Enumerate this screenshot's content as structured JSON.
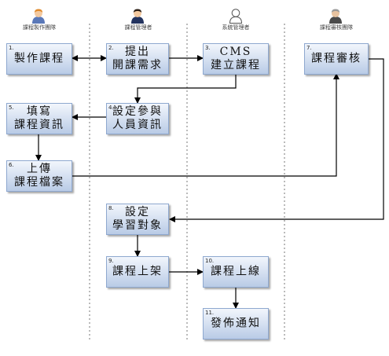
{
  "lanes": [
    {
      "label": "課程製作團隊",
      "icon": "person-orange-icon"
    },
    {
      "label": "課程管理者",
      "icon": "person-navy-icon"
    },
    {
      "label": "系統管理者",
      "icon": "person-outline-icon"
    },
    {
      "label": "課程審核團隊",
      "icon": "person-gray-icon"
    }
  ],
  "steps": [
    {
      "num": "1.",
      "lines": [
        "製作課程"
      ]
    },
    {
      "num": "2.",
      "lines": [
        "提出",
        "開課需求"
      ]
    },
    {
      "num": "3.",
      "lines": [
        "CMS",
        "建立課程"
      ]
    },
    {
      "num": "4.",
      "lines": [
        "設定參與",
        "人員資訊"
      ]
    },
    {
      "num": "5.",
      "lines": [
        "填寫",
        "課程資訊"
      ]
    },
    {
      "num": "6.",
      "lines": [
        "上傳",
        "課程檔案"
      ]
    },
    {
      "num": "7.",
      "lines": [
        "課程審核"
      ]
    },
    {
      "num": "8.",
      "lines": [
        "設定",
        "學習對象"
      ]
    },
    {
      "num": "9.",
      "lines": [
        "課程上架"
      ]
    },
    {
      "num": "10.",
      "lines": [
        "課程上線"
      ]
    },
    {
      "num": "11.",
      "lines": [
        "發佈通知"
      ]
    }
  ],
  "colors": {
    "box_fill_top": "#f2f6fc",
    "box_fill_bottom": "#b9cbe6",
    "box_border": "#8ea8cf",
    "arrow": "#000000"
  }
}
